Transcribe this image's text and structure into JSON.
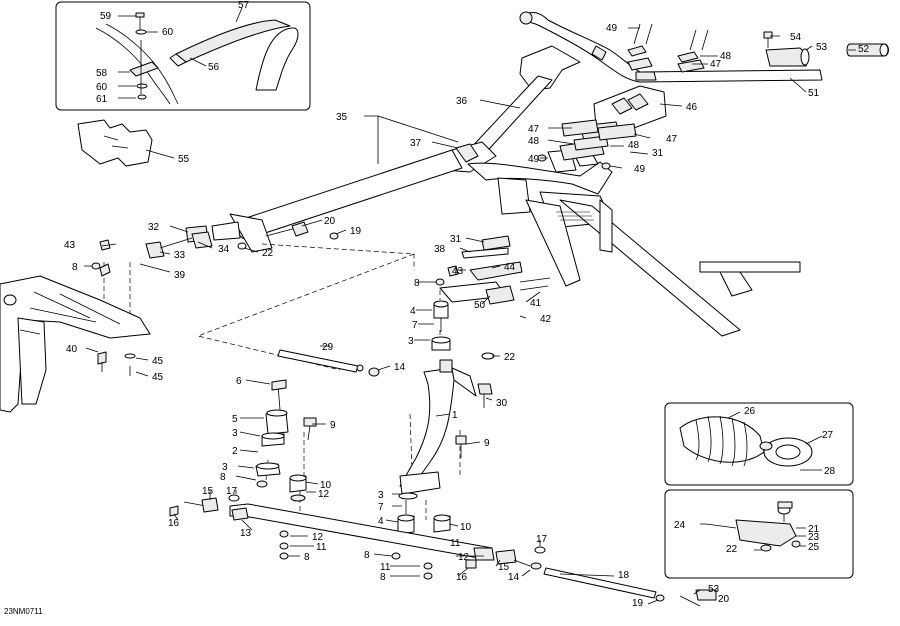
{
  "diagram": {
    "drawing_code": "23NM0711",
    "callouts": [
      {
        "id": "c59",
        "text": "59"
      },
      {
        "id": "c60a",
        "text": "60"
      },
      {
        "id": "c57",
        "text": "57"
      },
      {
        "id": "c58",
        "text": "58"
      },
      {
        "id": "c60b",
        "text": "60"
      },
      {
        "id": "c61",
        "text": "61"
      },
      {
        "id": "c56",
        "text": "56"
      },
      {
        "id": "c55",
        "text": "55"
      },
      {
        "id": "c49a",
        "text": "49"
      },
      {
        "id": "c48a",
        "text": "48"
      },
      {
        "id": "c47a",
        "text": "47"
      },
      {
        "id": "c54",
        "text": "54"
      },
      {
        "id": "c53a",
        "text": "53"
      },
      {
        "id": "c52",
        "text": "52"
      },
      {
        "id": "c51",
        "text": "51"
      },
      {
        "id": "c46",
        "text": "46"
      },
      {
        "id": "c36",
        "text": "36"
      },
      {
        "id": "c35",
        "text": "35"
      },
      {
        "id": "c47b",
        "text": "47"
      },
      {
        "id": "c47c",
        "text": "47"
      },
      {
        "id": "c48b",
        "text": "48"
      },
      {
        "id": "c48c",
        "text": "48"
      },
      {
        "id": "c31a",
        "text": "31"
      },
      {
        "id": "c49b",
        "text": "49"
      },
      {
        "id": "c49c",
        "text": "49"
      },
      {
        "id": "c37",
        "text": "37"
      },
      {
        "id": "c32",
        "text": "32"
      },
      {
        "id": "c20a",
        "text": "20"
      },
      {
        "id": "c19a",
        "text": "19"
      },
      {
        "id": "c34",
        "text": "34"
      },
      {
        "id": "c22a",
        "text": "22"
      },
      {
        "id": "c33",
        "text": "33"
      },
      {
        "id": "c43a",
        "text": "43"
      },
      {
        "id": "c8a",
        "text": "8"
      },
      {
        "id": "c39",
        "text": "39"
      },
      {
        "id": "c31b",
        "text": "31"
      },
      {
        "id": "c38",
        "text": "38"
      },
      {
        "id": "c43b",
        "text": "43"
      },
      {
        "id": "c44",
        "text": "44"
      },
      {
        "id": "c8b",
        "text": "8"
      },
      {
        "id": "c41",
        "text": "41"
      },
      {
        "id": "c50",
        "text": "50"
      },
      {
        "id": "c42",
        "text": "42"
      },
      {
        "id": "c4a",
        "text": "4"
      },
      {
        "id": "c7a",
        "text": "7"
      },
      {
        "id": "c3a",
        "text": "3"
      },
      {
        "id": "c29",
        "text": "29"
      },
      {
        "id": "c22b",
        "text": "22"
      },
      {
        "id": "c40",
        "text": "40"
      },
      {
        "id": "c45a",
        "text": "45"
      },
      {
        "id": "c45b",
        "text": "45"
      },
      {
        "id": "c14a",
        "text": "14"
      },
      {
        "id": "c6",
        "text": "6"
      },
      {
        "id": "c30",
        "text": "30"
      },
      {
        "id": "c1",
        "text": "1"
      },
      {
        "id": "c5",
        "text": "5"
      },
      {
        "id": "c9a",
        "text": "9"
      },
      {
        "id": "c3b",
        "text": "3"
      },
      {
        "id": "c9b",
        "text": "9"
      },
      {
        "id": "c2",
        "text": "2"
      },
      {
        "id": "c3c",
        "text": "3"
      },
      {
        "id": "c8c",
        "text": "8"
      },
      {
        "id": "c10a",
        "text": "10"
      },
      {
        "id": "c12a",
        "text": "12"
      },
      {
        "id": "c15a",
        "text": "15"
      },
      {
        "id": "c17a",
        "text": "17"
      },
      {
        "id": "c3d",
        "text": "3"
      },
      {
        "id": "c7b",
        "text": "7"
      },
      {
        "id": "c16a",
        "text": "16"
      },
      {
        "id": "c13",
        "text": "13"
      },
      {
        "id": "c4b",
        "text": "4"
      },
      {
        "id": "c10b",
        "text": "10"
      },
      {
        "id": "c12b",
        "text": "12"
      },
      {
        "id": "c11a",
        "text": "11"
      },
      {
        "id": "c8d",
        "text": "8"
      },
      {
        "id": "c12c",
        "text": "12"
      },
      {
        "id": "c15b",
        "text": "15"
      },
      {
        "id": "c17b",
        "text": "17"
      },
      {
        "id": "c11b",
        "text": "11"
      },
      {
        "id": "c8e",
        "text": "8"
      },
      {
        "id": "c16b",
        "text": "16"
      },
      {
        "id": "c14b",
        "text": "14"
      },
      {
        "id": "c18",
        "text": "18"
      },
      {
        "id": "c11c",
        "text": "11"
      },
      {
        "id": "c8f",
        "text": "8"
      },
      {
        "id": "c19b",
        "text": "19"
      },
      {
        "id": "c53b",
        "text": "53"
      },
      {
        "id": "c20b",
        "text": "20"
      },
      {
        "id": "c26",
        "text": "26"
      },
      {
        "id": "c27",
        "text": "27"
      },
      {
        "id": "c28",
        "text": "28"
      },
      {
        "id": "c24",
        "text": "24"
      },
      {
        "id": "c21",
        "text": "21"
      },
      {
        "id": "c23",
        "text": "23"
      },
      {
        "id": "c22c",
        "text": "22"
      },
      {
        "id": "c25",
        "text": "25"
      }
    ]
  }
}
